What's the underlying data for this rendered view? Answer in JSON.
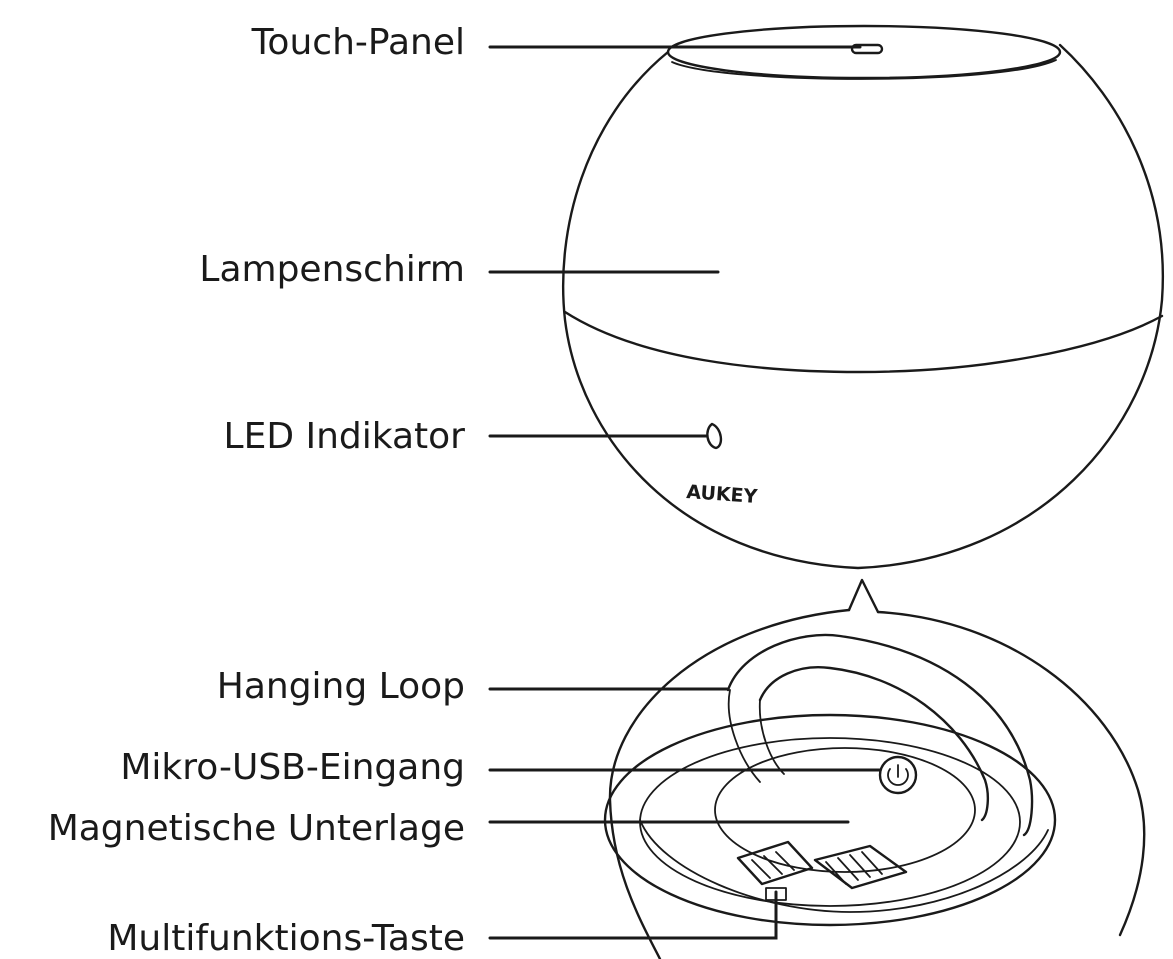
{
  "labels": {
    "touch_panel": "Touch-Panel",
    "lampshade": "Lampenschirm",
    "led_indicator": "LED Indikator",
    "hanging_loop": "Hanging Loop",
    "micro_usb": "Mikro-USB-Eingang",
    "magnetic_base": "Magnetische Unterlage",
    "multifunction_button": "Multifunktions-Taste"
  },
  "brand": "AUKEY"
}
